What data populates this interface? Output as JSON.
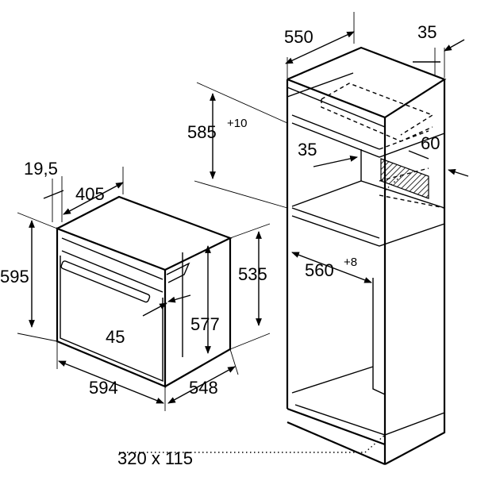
{
  "labels": {
    "cab_depth": "550",
    "cab_panel": "35",
    "vent_height": "585",
    "vent_height_tol": "+10",
    "shelf_depth": "35",
    "shelf_height": "60",
    "oven_front": "19,5",
    "oven_top_depth": "405",
    "oven_height": "595",
    "oven_body_height": "535",
    "door_height": "577",
    "handle": "45",
    "oven_width": "594",
    "oven_depth": "548",
    "niche_width": "560",
    "niche_width_tol": "+8",
    "vent_opening": "320 x 115"
  }
}
